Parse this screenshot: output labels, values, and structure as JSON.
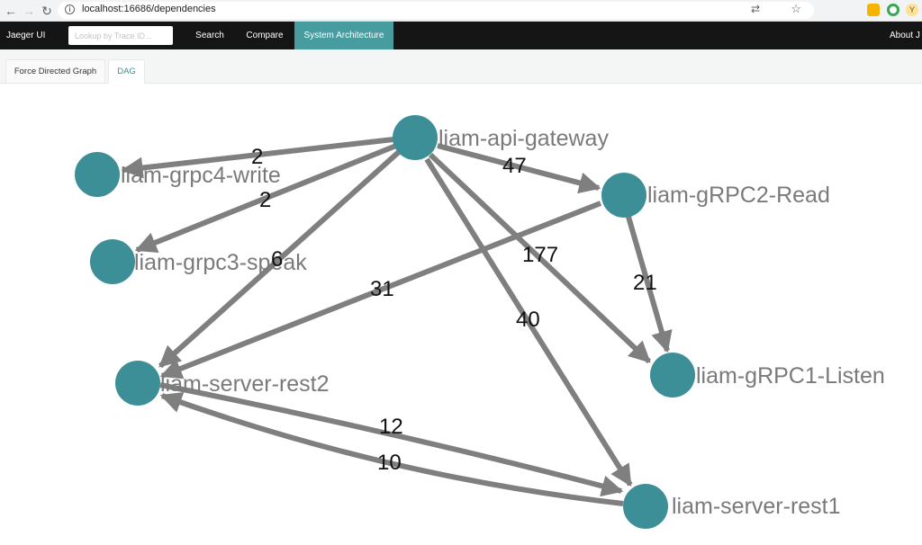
{
  "browser": {
    "url": "localhost:16686/dependencies",
    "info_glyph": "i",
    "back_glyph": "←",
    "forward_glyph": "→",
    "reload_glyph": "↻",
    "translate_glyph": "⇄",
    "star_glyph": "☆",
    "profile_glyph": "Y"
  },
  "header": {
    "brand": "Jaeger UI",
    "search_placeholder": "Lookup by Trace ID...",
    "links": {
      "search": "Search",
      "compare": "Compare",
      "system_architecture": "System Architecture",
      "about": "About J"
    }
  },
  "tabs": {
    "force": "Force Directed Graph",
    "dag": "DAG",
    "active": "DAG"
  },
  "graph": {
    "nodes": [
      {
        "id": "api",
        "label": "liam-api-gateway"
      },
      {
        "id": "g4",
        "label": "liam-grpc4-write"
      },
      {
        "id": "g3",
        "label": "liam-grpc3-speak"
      },
      {
        "id": "g2",
        "label": "liam-gRPC2-Read"
      },
      {
        "id": "g1",
        "label": "liam-gRPC1-Listen"
      },
      {
        "id": "r2",
        "label": "liam-server-rest2"
      },
      {
        "id": "r1",
        "label": "liam-server-rest1"
      }
    ],
    "edges": [
      {
        "from": "api",
        "to": "g4",
        "calls": "2"
      },
      {
        "from": "api",
        "to": "g3",
        "calls": "2"
      },
      {
        "from": "api",
        "to": "g2",
        "calls": "47"
      },
      {
        "from": "api",
        "to": "r2",
        "calls": "6"
      },
      {
        "from": "api",
        "to": "g1",
        "calls": "177"
      },
      {
        "from": "api",
        "to": "r1",
        "calls": "40"
      },
      {
        "from": "g2",
        "to": "g1",
        "calls": "21"
      },
      {
        "from": "g2",
        "to": "r2",
        "calls": "31"
      },
      {
        "from": "r2",
        "to": "r1",
        "calls": "12"
      },
      {
        "from": "r1",
        "to": "r2",
        "calls": "10"
      }
    ]
  },
  "colors": {
    "header_bg": "#151515",
    "accent": "#469c9f",
    "node": "#3d8f97",
    "edge": "#7f7f7f"
  }
}
